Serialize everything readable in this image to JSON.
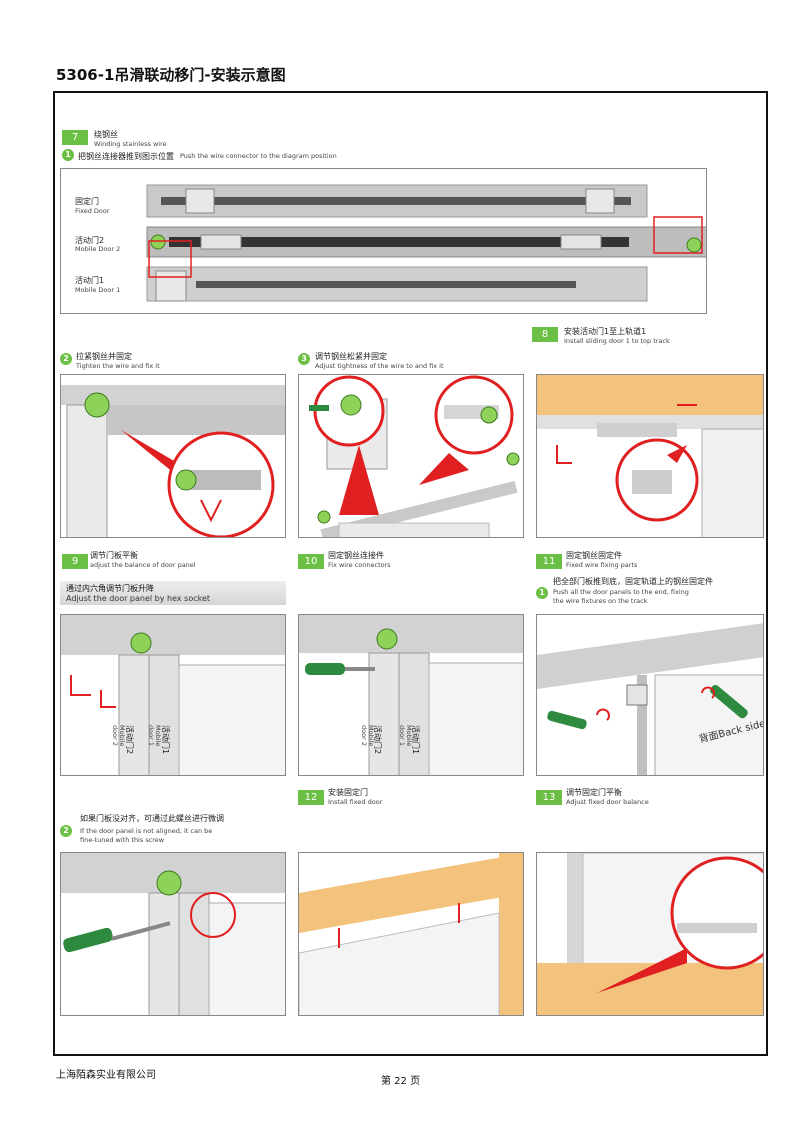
{
  "doc_title": "5306-1吊滑联动移门-安装示意图",
  "steps": {
    "s7": {
      "num": "7",
      "cn": "绕钢丝",
      "en": "Winding stainless wire",
      "sub1": {
        "num": "1",
        "cn": "把钢丝连接器推到图示位置",
        "en": "Push the wire connector to the diagram position"
      },
      "labels": {
        "fixed_cn": "固定门",
        "fixed_en": "Fixed Door",
        "m2_cn": "活动门2",
        "m2_en": "Mobile Door 2",
        "m1_cn": "活动门1",
        "m1_en": "Mobile Door 1"
      }
    },
    "s7_2": {
      "num": "2",
      "cn": "拉紧钢丝并固定",
      "en": "Tighten the wire and fix it"
    },
    "s7_3": {
      "num": "3",
      "cn": "调节钢丝松紧并固定",
      "en": "Adjust tightness of the wire to and fix it"
    },
    "s8": {
      "num": "8",
      "cn": "安装活动门1至上轨道1",
      "en": "Install sliding door 1 to top track"
    },
    "s9": {
      "num": "9",
      "cn": "调节门板平衡",
      "en": "adjust the balance of door panel",
      "bar_cn": "通过内六角调节门板升降",
      "bar_en": "Adjust the door panel by hex socket",
      "panel_texts": {
        "a": "活动门2",
        "b": "Mobile",
        "c": "door 2",
        "d": "活动门1",
        "e": "Mobile",
        "f": "door 1"
      }
    },
    "s10": {
      "num": "10",
      "cn": "固定钢丝连接件",
      "en": "Fix wire connectors",
      "panel_texts": {
        "a": "活动门2",
        "b": "Mobile",
        "c": "door 2",
        "d": "活动门1",
        "e": "Mobile",
        "f": "door 1"
      }
    },
    "s11": {
      "num": "11",
      "cn": "固定钢丝固定件",
      "en": "Fixed wire fixing parts",
      "sub1": {
        "num": "1",
        "cn": "把全部门板推到底，固定轨道上的钢丝固定件",
        "en1": "Push all the door panels to the end, fixing",
        "en2": "the wire fixtures on the track"
      },
      "back_side": "背面Back side"
    },
    "s9_2": {
      "num": "2",
      "cn": "如果门板没对齐，可通过此螺丝进行微调",
      "en1": "If the door panel is not aligned, it can be",
      "en2": "fine-tuned with this screw"
    },
    "s12": {
      "num": "12",
      "cn": "安装固定门",
      "en": "Install fixed door"
    },
    "s13": {
      "num": "13",
      "cn": "调节固定门平衡",
      "en": "Adjust fixed door balance"
    }
  },
  "footer": {
    "company": "上海陌森实业有限公司",
    "page": "第 22 页"
  },
  "colors": {
    "accent_green": "#6cbf45",
    "highlight_red": "#e02020",
    "wood": "#f3c27c"
  }
}
